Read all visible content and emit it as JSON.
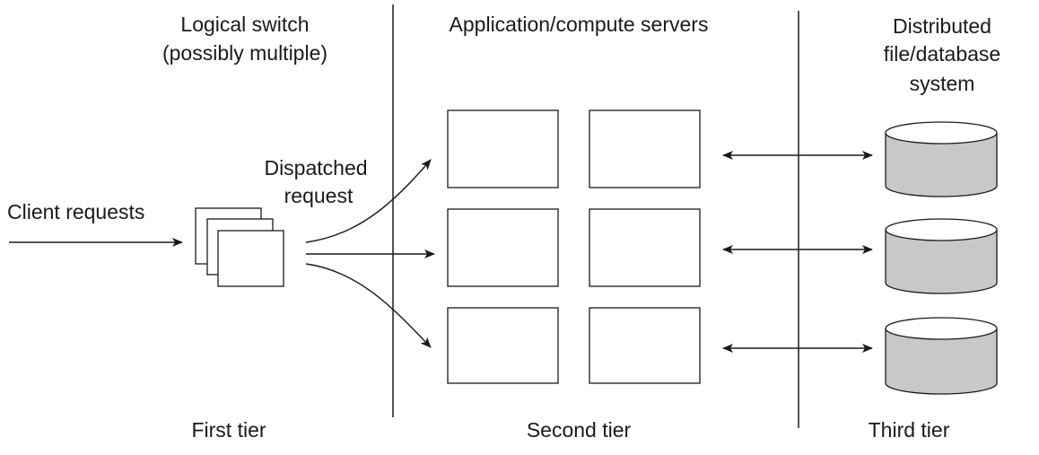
{
  "labels": {
    "logical_switch_line1": "Logical switch",
    "logical_switch_line2": "(possibly multiple)",
    "app_servers": "Application/compute servers",
    "dist_line1": "Distributed",
    "dist_line2": "file/database",
    "dist_line3": "system",
    "dispatched_line1": "Dispatched",
    "dispatched_line2": "request",
    "client_requests": "Client requests",
    "first_tier": "First tier",
    "second_tier": "Second tier",
    "third_tier": "Third tier"
  },
  "colors": {
    "line": "#1a1a1a",
    "box_fill": "#ffffff",
    "db_fill": "#c8c8c8"
  }
}
